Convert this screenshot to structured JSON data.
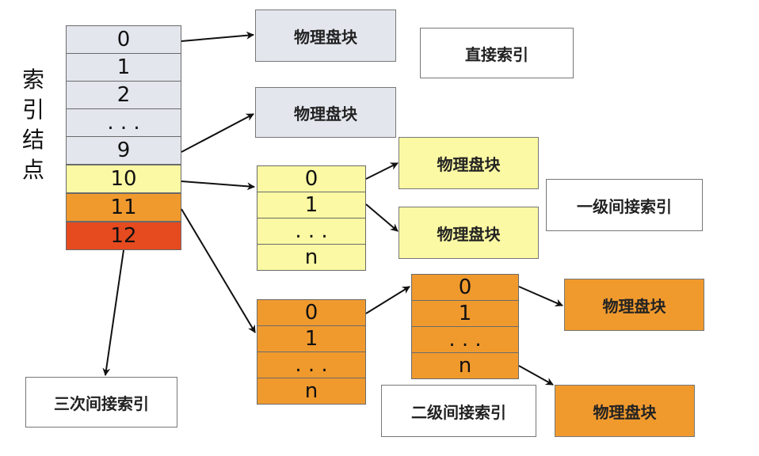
{
  "inode": {
    "label_chars": [
      "索",
      "引",
      "结",
      "点"
    ],
    "slots": [
      "0",
      "1",
      "2",
      ". . .",
      "9",
      "10",
      "11",
      "12"
    ]
  },
  "direct": {
    "block1": "物理盘块",
    "block2": "物理盘块",
    "caption": "直接索引"
  },
  "single_indirect": {
    "entries": [
      "0",
      "1",
      ". . .",
      "n"
    ],
    "block1": "物理盘块",
    "block2": "物理盘块",
    "caption": "一级间接索引"
  },
  "double_indirect": {
    "first_entries": [
      "0",
      "1",
      ". . .",
      "n"
    ],
    "second_entries": [
      "0",
      "1",
      ". . .",
      "n"
    ],
    "block1": "物理盘块",
    "block2": "物理盘块",
    "caption": "二级间接索引"
  },
  "triple_indirect": {
    "caption": "三次间接索引"
  },
  "colors": {
    "direct": "#e3e6ed",
    "single": "#fbf9a3",
    "double": "#f09a2e",
    "triple": "#e64a1f"
  }
}
